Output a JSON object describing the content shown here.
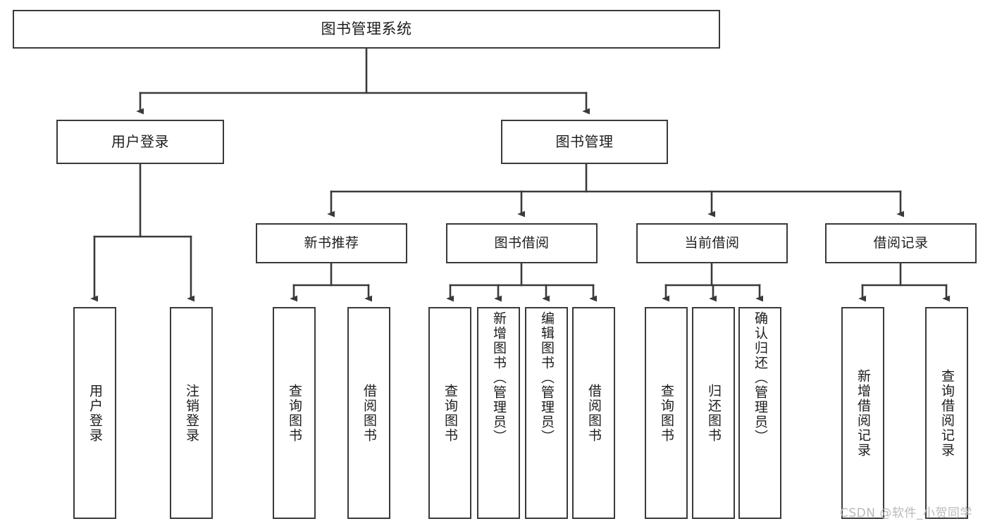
{
  "diagram": {
    "title": "图书管理系统",
    "root": {
      "label": "图书管理系统"
    },
    "level2": [
      {
        "label": "用户登录"
      },
      {
        "label": "图书管理"
      }
    ],
    "level3": [
      {
        "label": "新书推荐"
      },
      {
        "label": "图书借阅"
      },
      {
        "label": "当前借阅"
      },
      {
        "label": "借阅记录"
      }
    ],
    "leaves": [
      {
        "label": "用户登录"
      },
      {
        "label": "注销登录"
      },
      {
        "label": "查询图书"
      },
      {
        "label": "借阅图书"
      },
      {
        "label": "查询图书"
      },
      {
        "label": "新增图书（管理员）"
      },
      {
        "label": "编辑图书（管理员）"
      },
      {
        "label": "借阅图书"
      },
      {
        "label": "查询图书"
      },
      {
        "label": "归还图书"
      },
      {
        "label": "确认归还（管理员）"
      },
      {
        "label": "新增借阅记录"
      },
      {
        "label": "查询借阅记录"
      }
    ]
  },
  "watermark": {
    "text": "CSDN @软件_小贺同学"
  },
  "colors": {
    "stroke": "#3a3a3a",
    "fill": "#ffffff",
    "text": "#1d1d1d",
    "watermark": "#b9b9b9"
  }
}
